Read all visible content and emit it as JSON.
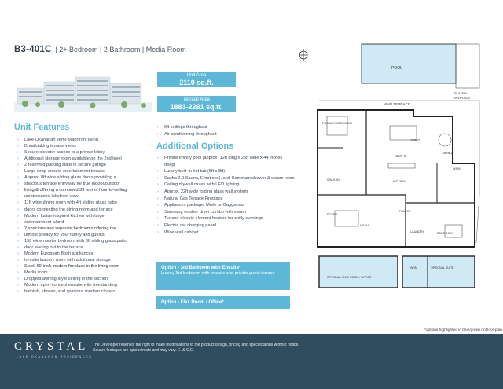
{
  "header": {
    "code": "B3-401C",
    "meta": "| 2+ Bedroom | 2 Bathroom | Media Room"
  },
  "area": {
    "unit_label": "Unit Area",
    "unit_value": "2110 sq.ft.",
    "terrace_label": "Terrace Area",
    "terrace_value": "1883-2281 sq.ft."
  },
  "unit_features": {
    "title": "Unit Features",
    "items": [
      "Lake Okanagan semi-waterfront living",
      "Breathtaking terrace views",
      "Secure elevator access to a private lobby",
      "Additional storage room available on the 2nd level",
      "2 reserved parking stalls in secure garage",
      "Large wrap-around entertainment terrace",
      "Approx. 8ft wide sliding glass doors providing a",
      "spacious terrace entryway for true indoor/outdoor",
      "living & offering a combined 33 feet of floor-to-ceiling",
      "uninterrupted lakefront view",
      "11ft wide dining room with 4ft sliding glass patio",
      "doors connecting the dining room and terrace",
      "Modern Italian-inspired kitchen with large",
      "entertainment island",
      "2 spacious and separate bedrooms offering the",
      "utmost privacy for your family and guests",
      "15ft wide master bedroom with 8ft sliding glass patio",
      "door leading out to the terrace",
      "Modern European Bosh appliances",
      "In-suite laundry room with additional storage",
      "Sleek 60-inch modern fireplace in the living room",
      "Media room",
      "Dropped awning-style ceiling in the kitchen",
      "Modern open-concept ensuite with freestanding",
      "bathtub, shower, and spacious modern closets"
    ]
  },
  "ceiling_items": [
    "9ft ceilings throughout",
    "Air conditioning throughout"
  ],
  "additional_options": {
    "title": "Additional Options",
    "items": [
      "Private infinity pool (approx. 12ft long x 25ft wide x 44 inches deep)",
      "Luxury built-in hot tub (8ft x 8ft)",
      "Sasha 2.0 Sauna, Emotiono), and Hammam shower & steam room",
      "Ceiling drywall caves with LED lighting",
      "Approx. 22ft wide folding glass wall system",
      "Natural Gas Terrace Fireplace",
      "Appliances package: Miele or Gaggenau",
      "Samsung washer dryer combo with steam",
      "Terrace electric element heaters for chilly evenings",
      "Electric car charging panel",
      "Wine wall cabinet"
    ]
  },
  "option_boxes": {
    "a_title": "Option - 3rd Bedroom with Ensuite*",
    "a_desc": "Luxury 3rd bedroom with ensuite and private guest terrace",
    "b_title": "Option - Flex Room / Office*"
  },
  "plan": {
    "pool": "POOL",
    "plateau": "PLATEAU",
    "fireplace": "FIREPLACE",
    "main_terrace": "MAIN TERRACE",
    "primary_bedroom": "PRIMARY BEDROOM",
    "walk_in": "WALK-IN",
    "living": "LIVING",
    "dining": "DINING",
    "unit_c": "UNIT C",
    "kitchen": "KITCHEN",
    "wrm": "WRM",
    "pantry": "PANTRY",
    "foyer": "FOYER",
    "media": "MEDIA",
    "laundry": "LAUNDRY",
    "bedroom": "BEDROOM",
    "opt_flex": "OPTIONAL FLEX ROOM / OFFICE",
    "opt_suite": "OPTIONAL SUITE",
    "wrm2": "WRM"
  },
  "footnote": "*options highlighted in blue/green on floor-plan",
  "footer": {
    "brand": "CRYSTAL",
    "brand_sub": "LAKE OKANAGAN RESIDENCES",
    "disclaimer_1": "The Developer reserves the right to make modifications to the product design, pricing and specifications without notice.",
    "disclaimer_2": "Square footages are approximate and may vary. E. & O.E."
  },
  "colors": {
    "accent": "#5cb8d6",
    "footer": "#2f4d5e",
    "option_fill": "#cfe9f5"
  }
}
